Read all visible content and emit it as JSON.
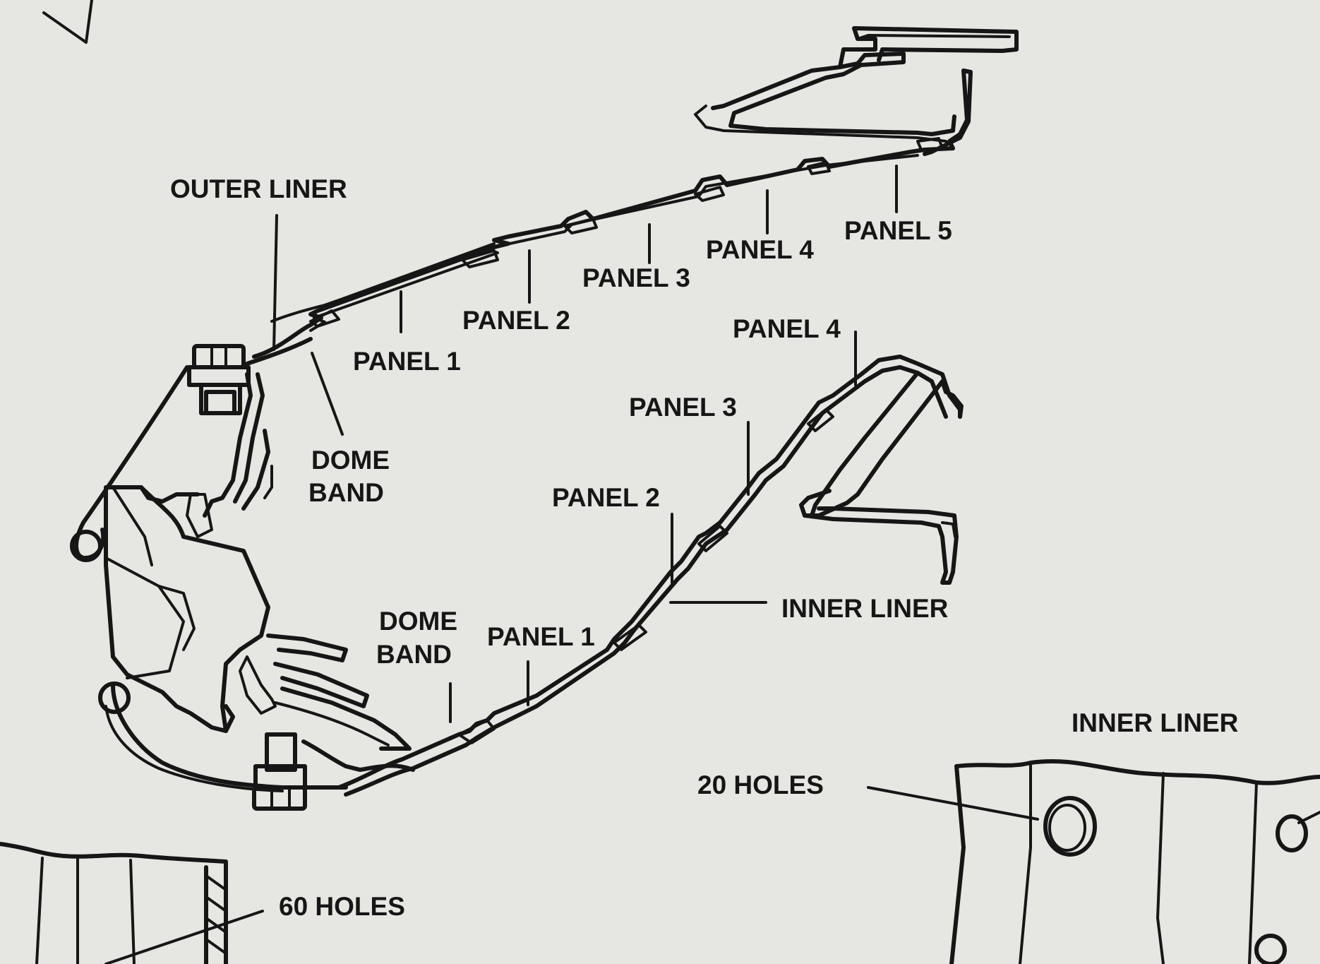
{
  "labels": {
    "outer_liner": "OUTER LINER",
    "outer_panel_1": "PANEL 1",
    "outer_panel_2": "PANEL 2",
    "outer_panel_3": "PANEL 3",
    "outer_panel_4": "PANEL 4",
    "outer_panel_5": "PANEL 5",
    "outer_dome_band_line1": "DOME",
    "outer_dome_band_line2": "BAND",
    "inner_panel_4": "PANEL 4",
    "inner_panel_3": "PANEL 3",
    "inner_panel_2": "PANEL 2",
    "inner_panel_1": "PANEL 1",
    "inner_liner": "INNER LINER",
    "inner_dome_band_line1": "DOME",
    "inner_dome_band_line2": "BAND",
    "detail_inner_liner": "INNER LINER",
    "holes_20": "20 HOLES",
    "holes_60": "60 HOLES"
  }
}
